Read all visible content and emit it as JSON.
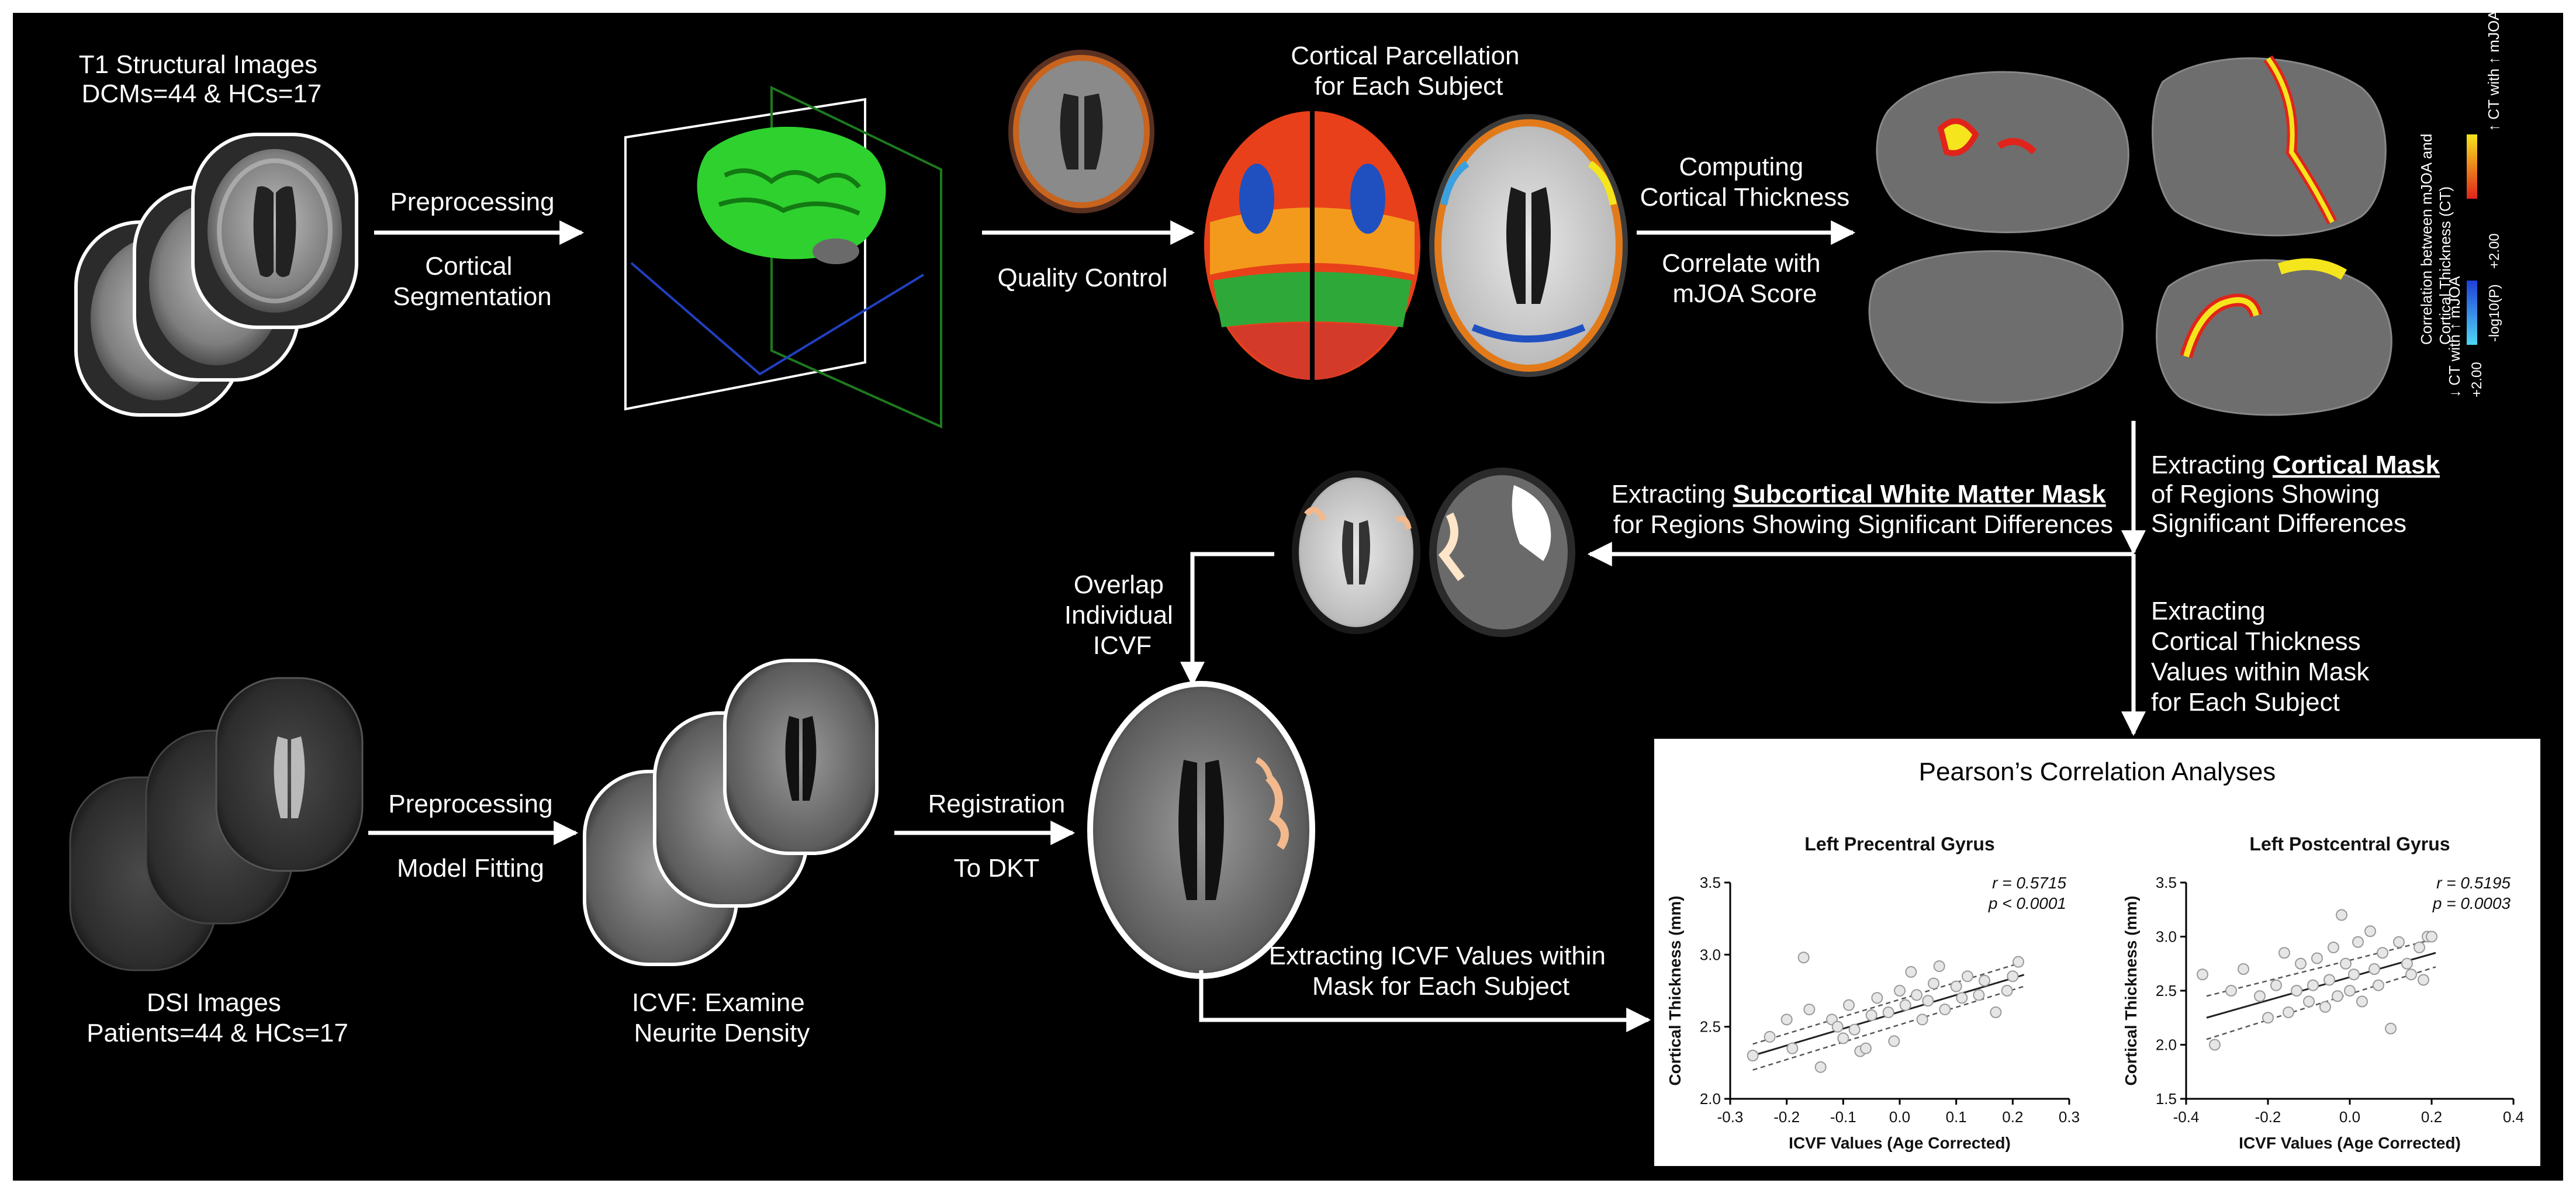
{
  "colors": {
    "background": "#000000",
    "text": "#ffffff",
    "arrow": "#ffffff",
    "brain_gray": "#9a9a9a",
    "surface_gray": "#6e6e6e",
    "segmentation_green": "#2fd12f",
    "significance_red": "#e0241b",
    "significance_yellow": "#f5e51c",
    "wm_mask_orange": "#f3b98c",
    "scatter_points": "#e6e6e6"
  },
  "labels": {
    "t1_title": [
      "T1 Structural Images",
      "DCMs=44 & HCs=17"
    ],
    "preproc_top": "Preprocessing",
    "cortical_seg": [
      "Cortical",
      "Segmentation"
    ],
    "quality_control": "Quality Control",
    "parcellation": [
      "Cortical Parcellation",
      "for Each Subject"
    ],
    "computing_ct": [
      "Computing",
      "Cortical Thickness"
    ],
    "correlate_mjoa": [
      "Correlate with",
      "mJOA Score"
    ],
    "colorbar_title": [
      "Correlation between mJOA and",
      "Cortical Thickness (CT)"
    ],
    "colorbar_pos": "↑ CT with ↑ mJOA",
    "colorbar_neg": "↓ CT with ↑ mJOA",
    "colorbar_pos_value": "+2.00",
    "colorbar_neg_value": "+2.00",
    "colorbar_scale": "-log10(P)",
    "extract_cortical_mask": {
      "prefix": "Extracting ",
      "emph": "Cortical Mask",
      "lines": [
        "of Regions Showing",
        "Significant Differences"
      ]
    },
    "extract_wm_mask": {
      "prefix": "Extracting ",
      "emph": "Subcortical White Matter Mask",
      "line2": "for Regions Showing Significant Differences"
    },
    "overlap_icvf": [
      "Overlap",
      "Individual",
      "ICVF"
    ],
    "extract_ct_values": [
      "Extracting",
      "Cortical Thickness",
      "Values within Mask",
      "for Each Subject"
    ],
    "preproc_bottom": "Preprocessing",
    "model_fitting": "Model Fitting",
    "registration": "Registration",
    "to_dkt": "To DKT",
    "dsi_title": [
      "DSI Images",
      "Patients=44 & HCs=17"
    ],
    "icvf_caption": [
      "ICVF: Examine",
      "Neurite Density"
    ],
    "extract_icvf_values": [
      "Extracting ICVF Values within",
      "Mask for Each Subject"
    ],
    "pearson_title": "Pearson’s Correlation Analyses"
  },
  "chart_data": [
    {
      "type": "scatter",
      "title": "Left Precentral Gyrus",
      "xlabel": "ICVF Values (Age Corrected)",
      "ylabel": "Cortical Thickness (mm)",
      "xlim": [
        -0.3,
        0.3
      ],
      "ylim": [
        2.0,
        3.5
      ],
      "xticks": [
        "-0.3",
        "-0.2",
        "-0.1",
        "0.0",
        "0.1",
        "0.2",
        "0.3"
      ],
      "yticks": [
        "2.0",
        "2.5",
        "3.0",
        "3.5"
      ],
      "stat_r": "r = 0.5715",
      "stat_p": "p < 0.0001",
      "fit": {
        "x": [
          -0.26,
          0.22
        ],
        "y": [
          2.3,
          2.86
        ],
        "ci_upper": [
          2.38,
          2.95
        ],
        "ci_lower": [
          2.2,
          2.78
        ]
      },
      "points": [
        [
          -0.26,
          2.3
        ],
        [
          -0.23,
          2.43
        ],
        [
          -0.2,
          2.55
        ],
        [
          -0.19,
          2.35
        ],
        [
          -0.17,
          2.98
        ],
        [
          -0.16,
          2.62
        ],
        [
          -0.14,
          2.22
        ],
        [
          -0.12,
          2.55
        ],
        [
          -0.1,
          2.42
        ],
        [
          -0.09,
          2.65
        ],
        [
          -0.08,
          2.48
        ],
        [
          -0.07,
          2.33
        ],
        [
          -0.06,
          2.35
        ],
        [
          -0.05,
          2.58
        ],
        [
          -0.04,
          2.7
        ],
        [
          -0.02,
          2.6
        ],
        [
          -0.01,
          2.4
        ],
        [
          0.0,
          2.75
        ],
        [
          0.01,
          2.65
        ],
        [
          0.02,
          2.88
        ],
        [
          0.03,
          2.72
        ],
        [
          0.04,
          2.55
        ],
        [
          0.05,
          2.68
        ],
        [
          0.06,
          2.8
        ],
        [
          0.08,
          2.62
        ],
        [
          0.1,
          2.78
        ],
        [
          0.11,
          2.7
        ],
        [
          0.12,
          2.85
        ],
        [
          0.14,
          2.72
        ],
        [
          0.15,
          2.82
        ],
        [
          0.17,
          2.6
        ],
        [
          0.19,
          2.75
        ],
        [
          0.21,
          2.95
        ],
        [
          0.2,
          2.85
        ],
        [
          -0.11,
          2.5
        ],
        [
          0.07,
          2.92
        ]
      ]
    },
    {
      "type": "scatter",
      "title": "Left Postcentral Gyrus",
      "xlabel": "ICVF Values (Age Corrected)",
      "ylabel": "Cortical Thickness (mm)",
      "xlim": [
        -0.4,
        0.4
      ],
      "ylim": [
        1.5,
        3.5
      ],
      "xticks": [
        "-0.4",
        "-0.2",
        "0.0",
        "0.2",
        "0.4"
      ],
      "yticks": [
        "1.5",
        "2.0",
        "2.5",
        "3.0",
        "3.5"
      ],
      "stat_r": "r = 0.5195",
      "stat_p": "p = 0.0003",
      "fit": {
        "x": [
          -0.35,
          0.21
        ],
        "y": [
          2.25,
          2.85
        ],
        "ci_upper": [
          2.45,
          2.98
        ],
        "ci_lower": [
          2.05,
          2.72
        ]
      },
      "points": [
        [
          -0.36,
          2.65
        ],
        [
          -0.33,
          2.0
        ],
        [
          -0.29,
          2.5
        ],
        [
          -0.26,
          2.7
        ],
        [
          -0.22,
          2.45
        ],
        [
          -0.2,
          2.25
        ],
        [
          -0.18,
          2.55
        ],
        [
          -0.16,
          2.85
        ],
        [
          -0.15,
          2.3
        ],
        [
          -0.13,
          2.5
        ],
        [
          -0.12,
          2.75
        ],
        [
          -0.1,
          2.4
        ],
        [
          -0.09,
          2.55
        ],
        [
          -0.08,
          2.8
        ],
        [
          -0.06,
          2.35
        ],
        [
          -0.05,
          2.6
        ],
        [
          -0.04,
          2.9
        ],
        [
          -0.03,
          2.45
        ],
        [
          -0.02,
          3.2
        ],
        [
          -0.01,
          2.75
        ],
        [
          0.0,
          2.5
        ],
        [
          0.01,
          2.65
        ],
        [
          0.02,
          2.95
        ],
        [
          0.03,
          2.4
        ],
        [
          0.05,
          3.05
        ],
        [
          0.06,
          2.7
        ],
        [
          0.07,
          2.55
        ],
        [
          0.08,
          2.85
        ],
        [
          0.1,
          2.15
        ],
        [
          0.12,
          2.95
        ],
        [
          0.14,
          2.75
        ],
        [
          0.15,
          2.65
        ],
        [
          0.17,
          2.9
        ],
        [
          0.19,
          3.0
        ],
        [
          0.2,
          3.0
        ],
        [
          0.18,
          2.6
        ]
      ]
    }
  ]
}
